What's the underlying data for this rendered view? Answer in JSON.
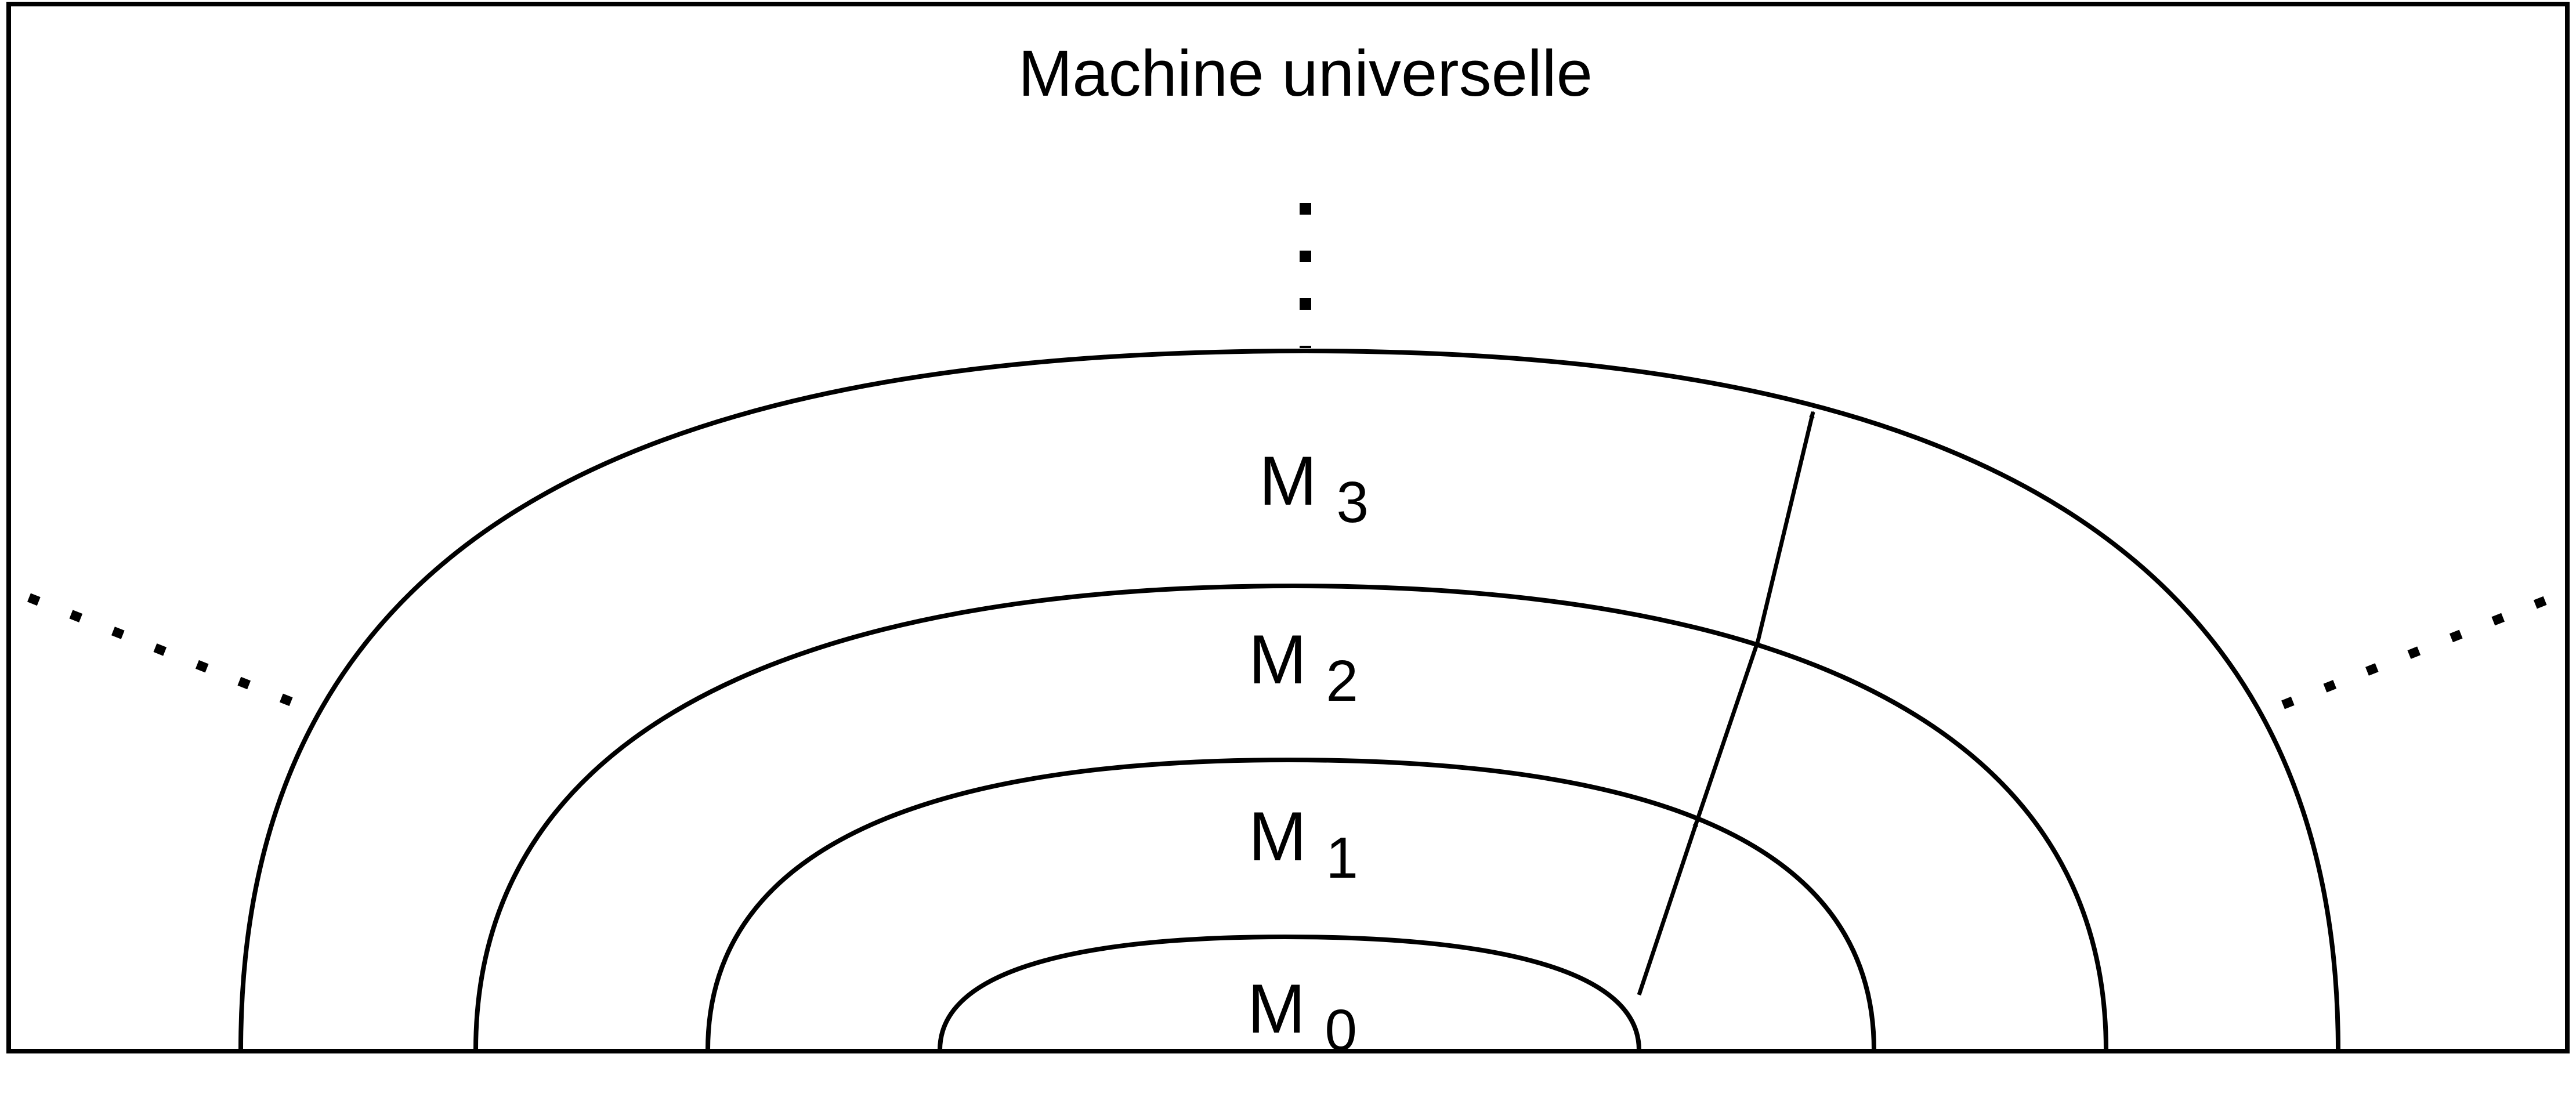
{
  "diagram": {
    "title": "Machine universelle",
    "machines": [
      {
        "base": "M",
        "index": "0"
      },
      {
        "base": "M",
        "index": "1"
      },
      {
        "base": "M",
        "index": "2"
      },
      {
        "base": "M",
        "index": "3"
      }
    ],
    "colors": {
      "stroke": "#000000",
      "background": "#ffffff"
    }
  }
}
